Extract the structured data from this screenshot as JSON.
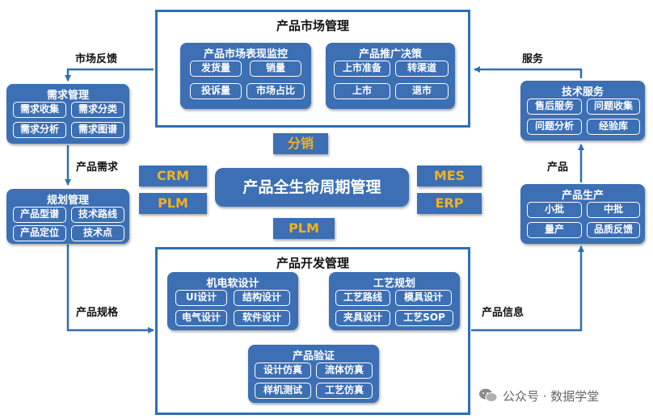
{
  "market": {
    "title": "产品市场管理",
    "performance": {
      "title": "产品市场表现监控",
      "items": [
        "发货量",
        "销量",
        "投诉量",
        "市场占比"
      ]
    },
    "promotion": {
      "title": "产品推广决策",
      "items": [
        "上市准备",
        "转渠道",
        "上市",
        "退市"
      ]
    }
  },
  "demand": {
    "title": "需求管理",
    "items": [
      "需求收集",
      "需求分类",
      "需求分析",
      "需求图谱"
    ]
  },
  "planning": {
    "title": "规划管理",
    "items": [
      "产品型谱",
      "技术路线",
      "产品定位",
      "技术点"
    ]
  },
  "tech_service": {
    "title": "技术服务",
    "items": [
      "售后服务",
      "问题收集",
      "问题分析",
      "经验库"
    ]
  },
  "production": {
    "title": "产品生产",
    "items": [
      "小批",
      "中批",
      "量产",
      "品质反馈"
    ]
  },
  "center": {
    "title": "产品全生命周期管理",
    "tags": {
      "distribution": "分销",
      "crm": "CRM",
      "plm_left": "PLM",
      "mes": "MES",
      "erp": "ERP",
      "plm_bottom": "PLM"
    }
  },
  "development": {
    "title": "产品开发管理",
    "mechatronic": {
      "title": "机电软设计",
      "items": [
        "UI设计",
        "结构设计",
        "电气设计",
        "软件设计"
      ]
    },
    "process": {
      "title": "工艺规划",
      "items": [
        "工艺路线",
        "模具设计",
        "夹具设计",
        "工艺SOP"
      ]
    },
    "verification": {
      "title": "产品验证",
      "items": [
        "设计仿真",
        "流体仿真",
        "样机测试",
        "工艺仿真"
      ]
    }
  },
  "flow_labels": {
    "market_feedback": "市场反馈",
    "service": "服务",
    "product_demand": "产品需求",
    "product": "产品",
    "product_spec": "产品规格",
    "product_info": "产品信息"
  },
  "watermark": {
    "icon": "wechat-icon",
    "text": "公众号 · 数据学堂"
  },
  "colors": {
    "primary": "#3c6fb4",
    "frame": "#2e6fb5",
    "tag_text": "#f2b21f"
  }
}
